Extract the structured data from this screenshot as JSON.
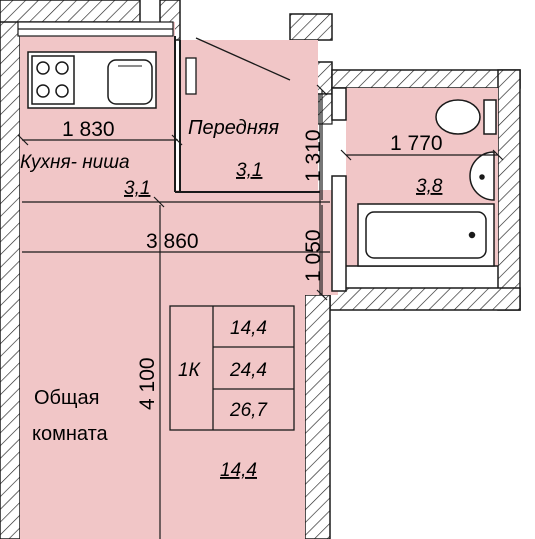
{
  "rooms": {
    "kitchen": {
      "name": "Кухня- ниша",
      "area": "3,1"
    },
    "hall": {
      "name": "Передняя",
      "area": "3,1"
    },
    "bath": {
      "area": "3,8"
    },
    "living": {
      "name_line1": "Общая",
      "name_line2": "комната",
      "area": "14,4"
    }
  },
  "dimensions": {
    "kitchen_width": "1 830",
    "hall_depth": "1 310",
    "bath_width": "1 770",
    "total_width": "3 860",
    "passage": "1 050",
    "room_depth": "4 100"
  },
  "summary": {
    "type": "1К",
    "living_area": "14,4",
    "total_area": "24,4",
    "area_with_balcony": "26,7"
  },
  "colors": {
    "floor": "#f1c6c7",
    "wall": "#ffffff",
    "outline": "#1a1a1a"
  }
}
